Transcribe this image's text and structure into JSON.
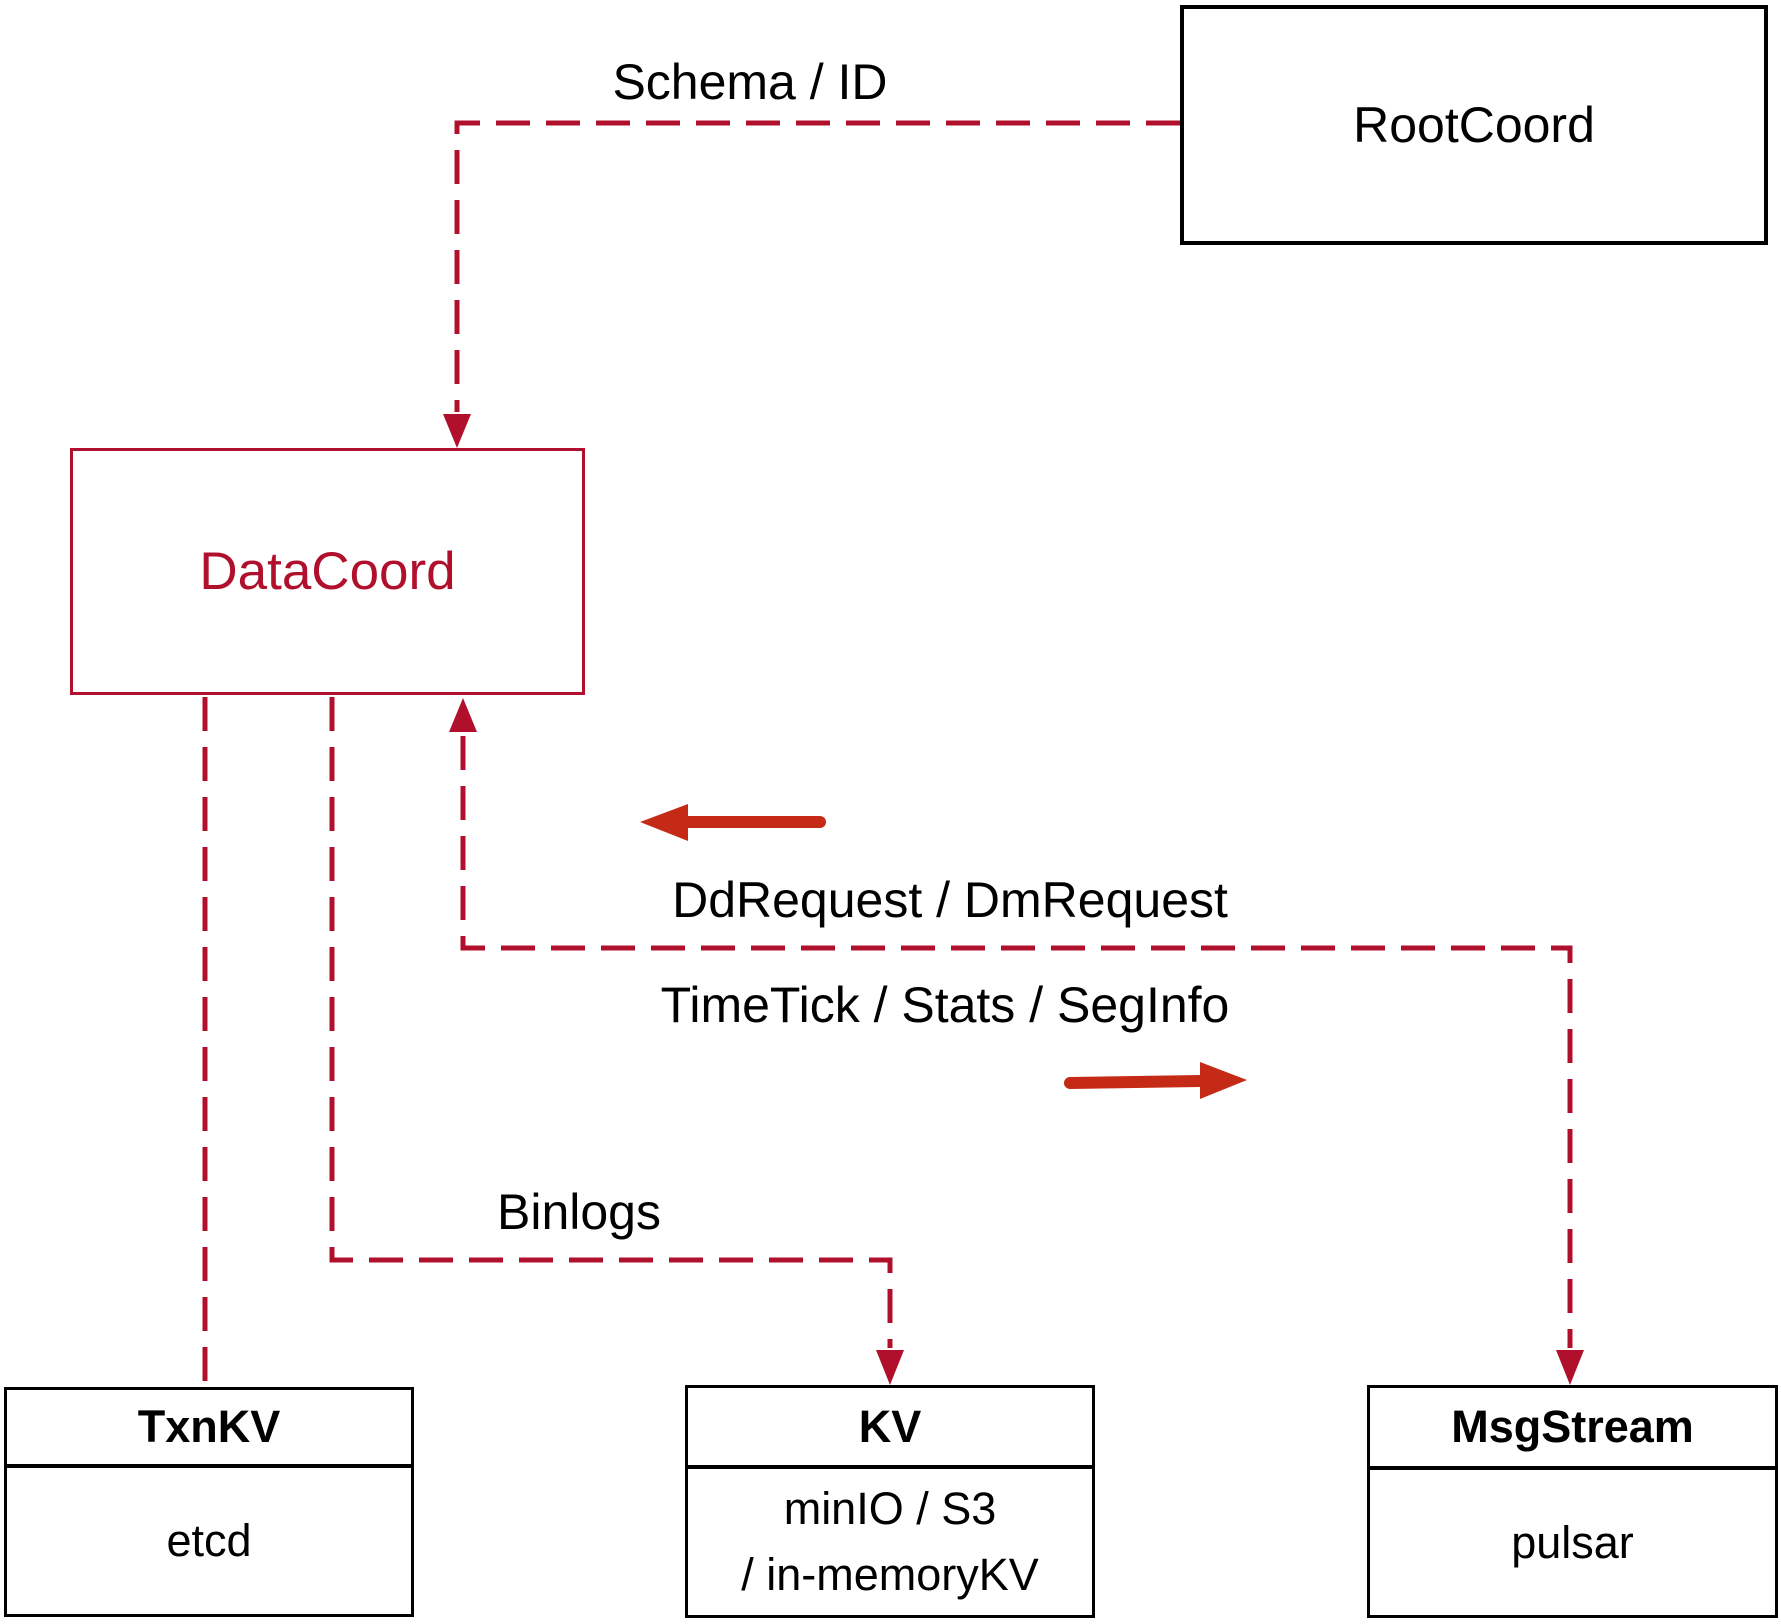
{
  "diagram": {
    "nodes": {
      "root_coord": {
        "label": "RootCoord"
      },
      "data_coord": {
        "label": "DataCoord"
      },
      "txn_kv": {
        "title": "TxnKV",
        "body": "etcd"
      },
      "kv": {
        "title": "KV",
        "body_lines": [
          "minIO / S3",
          "/ in-memoryKV"
        ]
      },
      "msg_stream": {
        "title": "MsgStream",
        "body": "pulsar"
      }
    },
    "edge_labels": {
      "schema_id": "Schema / ID",
      "dd_dm_request": "DdRequest / DmRequest",
      "timetick_stats_seginfo": "TimeTick / Stats / SegInfo",
      "binlogs": "Binlogs"
    },
    "colors": {
      "connector_crimson": "#b1102d",
      "direction_arrow_red": "#c52a16",
      "node_border_black": "#000000"
    }
  }
}
